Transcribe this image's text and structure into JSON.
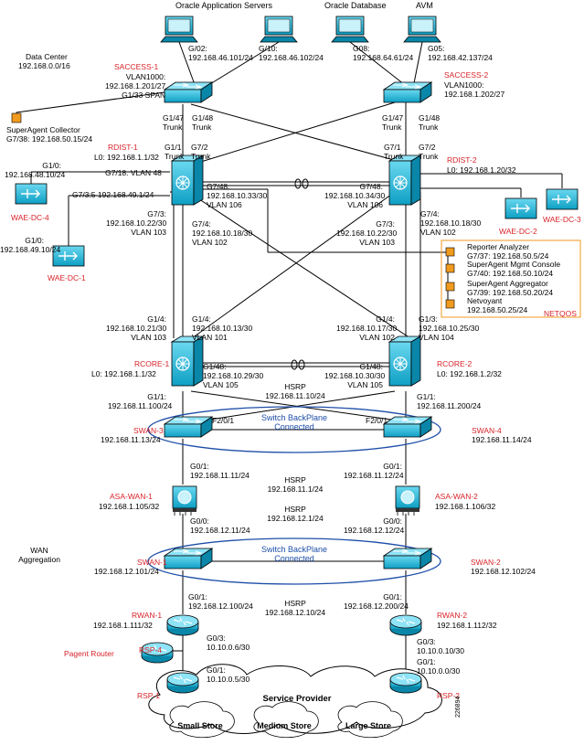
{
  "servers": {
    "oracle_app": "Oracle Application Servers",
    "oracle_db": "Oracle Database",
    "avm": "AVM"
  },
  "data_center": {
    "title": "Data Center",
    "subnet": "192.168.0.0/16"
  },
  "server_links": {
    "g02": "G/02:\n192.168.46.101/24",
    "g10": "G/10:\n192.168.46.102/24",
    "g08": "G08:\n192.168.64.61/24",
    "g05": "G05:\n192.168.42.137/24"
  },
  "saccess1": {
    "name": "SACCESS-1",
    "info": "VLAN1000:\n192.168.1.201/27\nG1/33 SPAN"
  },
  "saccess2": {
    "name": "SACCESS-2",
    "info": "VLAN1000:\n192.168.1.202/27"
  },
  "trunks": {
    "s1_g147": "G1/47\nTrunk",
    "s1_g148": "G1/48\nTrunk",
    "s2_g147": "G1/47\nTrunk",
    "s2_g148": "G1/48\nTrunk",
    "rd1_g11": "G1/1\nTrunk",
    "rd1_g72": "G7/2\nTrunk",
    "rd2_g71": "G7/1\nTrunk",
    "rd2_g72": "G7/2\nTrunk"
  },
  "superagent_collector": {
    "label": "SuperAgent Collector\nG7/38: 192.168.50.15/24"
  },
  "rdist1": {
    "name": "RDIST-1",
    "l0": "L0: 192.168.1.1/32",
    "g10": "G1/0:\n192.168.48.10/24",
    "g718": "G7/18: VLAN 48",
    "g735": "G7/3:5 192.168.49.1/24",
    "g73": "G7/3:\n192.168.10.22/30\nVLAN 103",
    "g748": "G7/48:\n192.168.10.33/30\nVLAN 106",
    "g74": "G7/4:\n192.168.10.18/30\nVLAN 102"
  },
  "rdist2": {
    "name": "RDIST-2",
    "l0": "L0: 192.168.1.20/32",
    "g748": "G7/48:\n192.168.10.34/30\nVLAN 106",
    "g74": "G7/4:\n192.168.10.18/30\nVLAN 102",
    "g73": "G7/3:\n192.168.10.22/30\nVLAN 103"
  },
  "wae": {
    "dc4": "WAE-DC-4",
    "dc1": "WAE-DC-1",
    "dc1_addr": "G1/0:\n192.168.49.10/24",
    "dc2": "WAE-DC-2",
    "dc3": "WAE-DC-3"
  },
  "netqos": {
    "brand": "NETQOS",
    "items": [
      "Reporter Analyzer\nG7/37: 192.168.50.5/24",
      "SuperAgent Mgmt Console\nG7/40: 192.168.50.10/24",
      "SuperAgent Aggregator\nG7/39: 192.168.50.20/24",
      "Netvoyant\n192.168.50.25/24"
    ]
  },
  "rcore_links": {
    "c1_g14": "G1/4:\n192.168.10.21/30\nVLAN 103",
    "c1_g14b": "G1/4:\n192.168.10.13/30\nVLAN 101",
    "c2_g14": "G1/4:\n192.168.10.17/30\nVLAN 102",
    "c2_g13": "G1/3:\n192.168.10.25/30\nVLAN 104"
  },
  "rcore1": {
    "name": "RCORE-1",
    "l0": "L0: 192.168.1.1/32",
    "g148": "G1/48:\n192.168.10.29/30\nVLAN 105",
    "g11": "G1/1:\n192.168.11.100/24"
  },
  "rcore2": {
    "name": "RCORE-2",
    "l0": "L0: 192.168.1.2/32",
    "g148": "G1/48:\n192.168.10.30/30\nVLAN 105",
    "g11": "G1/1:\n192.168.11.200/24"
  },
  "hsrp_core": "HSRP\n192.168.11.10/24",
  "swan3": {
    "name": "SWAN-3",
    "addr": "192.168.11.13/24"
  },
  "swan4": {
    "name": "SWAN-4",
    "addr": "192.168.11.14/24"
  },
  "backplane_top": {
    "port_l": "F2/0/1",
    "port_r": "F2/0/1",
    "label": "Switch BackPlane\nConnected"
  },
  "asa_links": {
    "a1_g01": "G0/1:\n192.168.11.11/24",
    "a2_g01": "G0/1:\n192.168.11.12/24",
    "a1_g00": "G0/0:\n192.168.12.11/24",
    "a2_g00": "G0/0:\n192.168.12.12/24"
  },
  "hsrp_asa1": "HSRP\n192.168.11.1/24",
  "hsrp_asa2": "HSRP\n192.168.12.1/24",
  "asawan1": {
    "name": "ASA-WAN-1",
    "addr": "192.168.1.105/32"
  },
  "asawan2": {
    "name": "ASA-WAN-2",
    "addr": "192.168.1.106/32"
  },
  "wan_aggregation": "WAN\nAggregation",
  "swan1": {
    "name": "SWAN-1",
    "addr": "192.168.12.101/24"
  },
  "swan2": {
    "name": "SWAN-2",
    "addr": "192.168.12.102/24"
  },
  "backplane_bottom": {
    "label": "Switch BackPlane\nConnected"
  },
  "rwan_links": {
    "r1_g01": "G0/1:\n192.168.12.100/24",
    "r2_g01": "G0/1:\n192.168.12.200/24"
  },
  "hsrp_rwan": "HSRP\n192.168.12.10/24",
  "rwan1": {
    "name": "RWAN-1",
    "addr": "192.168.1.111/32",
    "g03": "G0/3:\n10.10.0.6/30",
    "g01": "G0/1:\n10.10.0.5/30"
  },
  "rwan2": {
    "name": "RWAN-2",
    "addr": "192.168.1.112/32",
    "g03": "G0/3:\n10.10.0.10/30",
    "g01": "G0/1:\n10.10.0.0/30"
  },
  "pagent": "Pagent Router",
  "rsp4": "RSP-4",
  "rsp1": "RSP-1",
  "rsp2": "RSP-2",
  "service_provider": "Service Provider",
  "stores": [
    "Small Store",
    "Medium Store",
    "Large Store"
  ],
  "figure_id": "226894",
  "colors": {
    "red_label": "#d8232a",
    "device_cyan": "#19b9dc",
    "blue_label": "#1d4ea8",
    "netqos_orange": "#f09a1e"
  }
}
